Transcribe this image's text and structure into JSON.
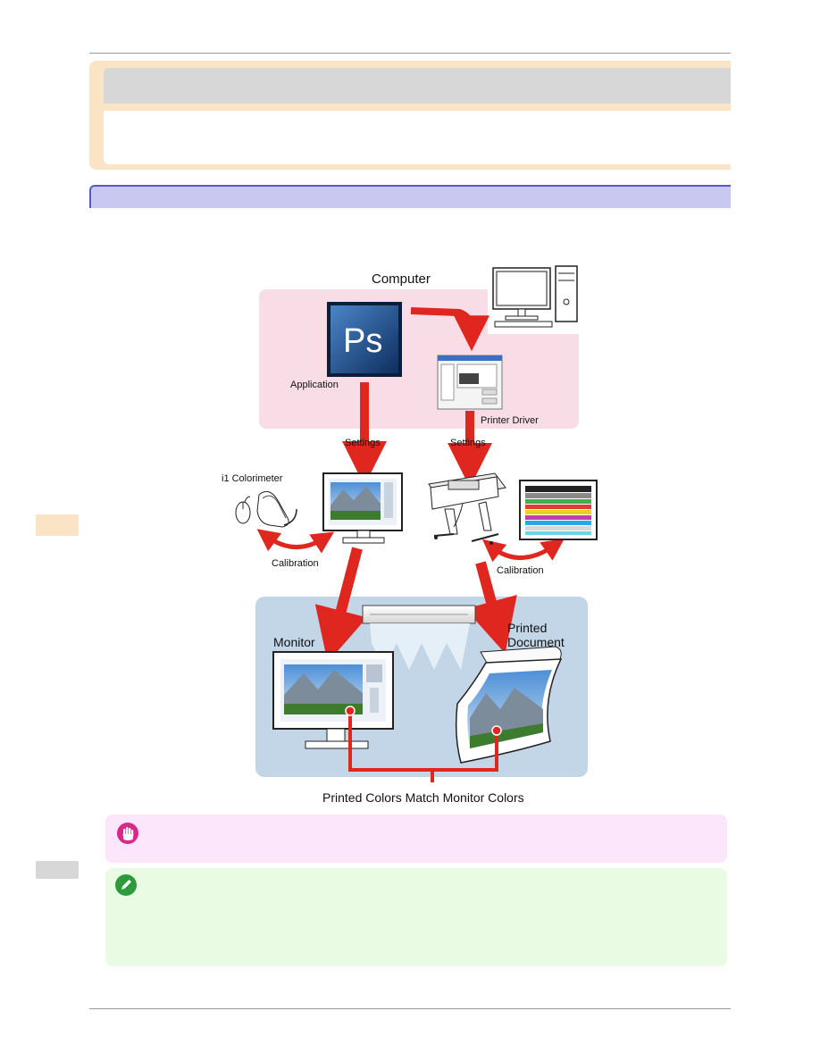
{
  "diagram": {
    "computer_label": "Computer",
    "application_label": "Application",
    "app_icon_text": "Ps",
    "printer_driver_label": "Printer Driver",
    "settings_left_label": "Settings",
    "settings_right_label": "Settings",
    "colorimeter_label": "i1 Colorimeter",
    "calibration_left_label": "Calibration",
    "calibration_right_label": "Calibration",
    "monitor_label": "Monitor",
    "printed_label_line1": "Printed",
    "printed_label_line2": "Document",
    "match_caption": "Printed Colors Match Monitor Colors"
  },
  "colors": {
    "arrow_red": "#e0271f",
    "computer_zone": "#f8dde6",
    "viewing_zone": "#c2d6e8",
    "important_bg": "#fbe6fb",
    "note_bg": "#eafbe4",
    "header_bg": "#fbe3c6",
    "section_bar": "#c8c8f2"
  },
  "icons": {
    "important": "hand-stop-icon",
    "note": "pencil-icon"
  }
}
